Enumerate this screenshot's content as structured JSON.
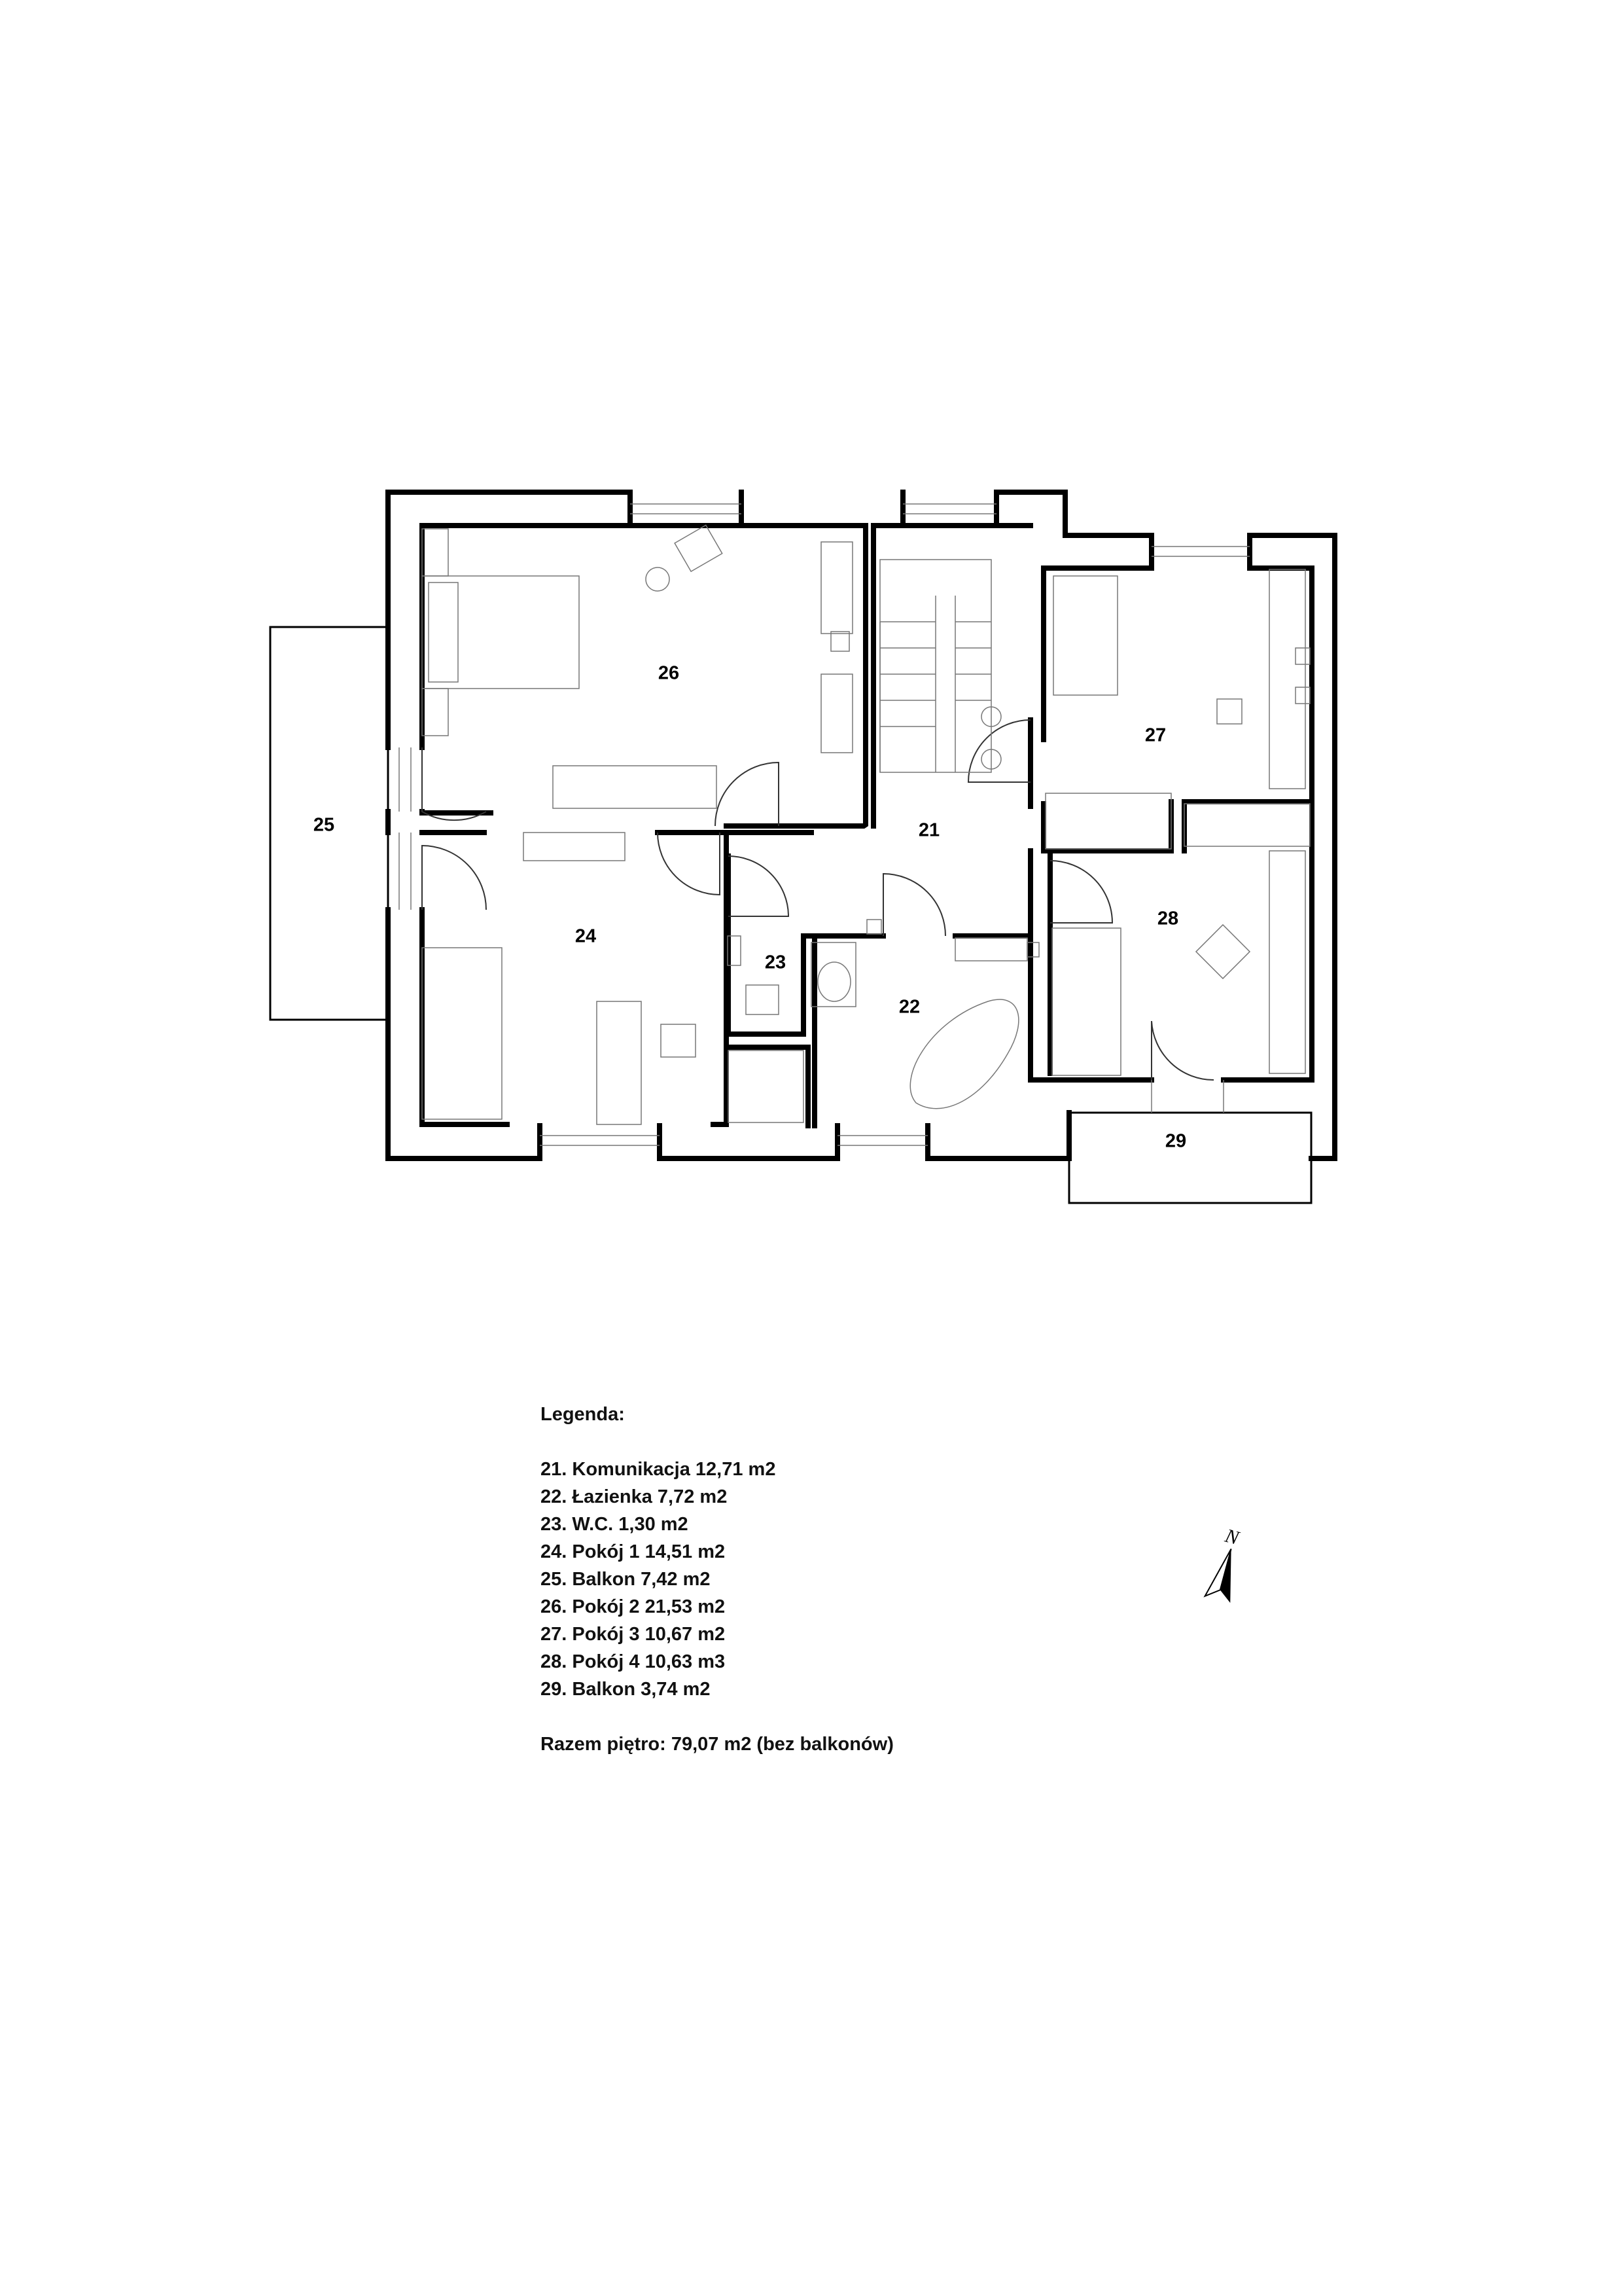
{
  "rooms": {
    "r21": "21",
    "r22": "22",
    "r23": "23",
    "r24": "24",
    "r25": "25",
    "r26": "26",
    "r27": "27",
    "r28": "28",
    "r29": "29"
  },
  "legend": {
    "title": "Legenda:",
    "items": [
      "21. Komunikacja 12,71 m2",
      "22. Łazienka 7,72 m2",
      "23. W.C. 1,30 m2",
      "24. Pokój 1 14,51 m2",
      "25. Balkon 7,42 m2",
      "26. Pokój 2 21,53 m2",
      "27. Pokój 3 10,67 m2",
      "28. Pokój 4 10,63 m3",
      "29. Balkon 3,74 m2"
    ],
    "total": "Razem piętro: 79,07 m2 (bez balkonów)"
  },
  "compass": {
    "label": "N"
  }
}
